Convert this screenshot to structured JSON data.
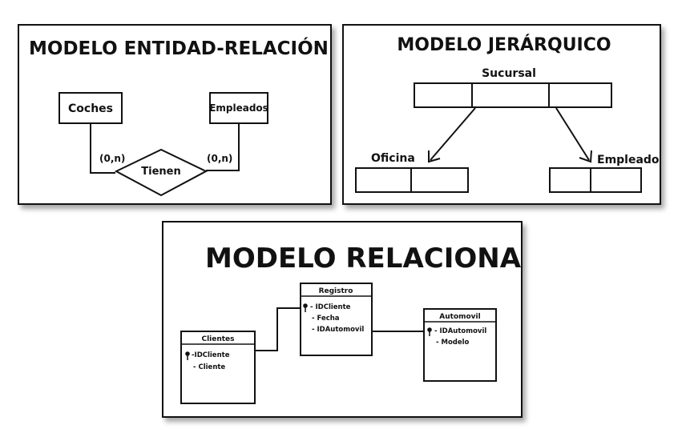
{
  "er": {
    "title": "MODELO ENTIDAD-RELACIÓN",
    "entity1": "Coches",
    "entity2": "Empleados",
    "relation": "Tienen",
    "card1": "(0,n)",
    "card2": "(0,n)"
  },
  "hier": {
    "title": "MODELO JERÁRQUICO",
    "root": "Sucursal",
    "child1": "Oficina",
    "child2": "Empleado"
  },
  "rel": {
    "title": "MODELO RELACIONAL",
    "clientes": {
      "name": "Clientes",
      "fields": [
        "-IDCliente",
        "- Cliente"
      ]
    },
    "registro": {
      "name": "Registro",
      "fields": [
        "- IDCliente",
        "- Fecha",
        "- IDAutomovil"
      ]
    },
    "automovil": {
      "name": "Automovil",
      "fields": [
        "- IDAutomovil",
        "- Modelo"
      ]
    }
  },
  "icons": [
    "key-icon"
  ]
}
